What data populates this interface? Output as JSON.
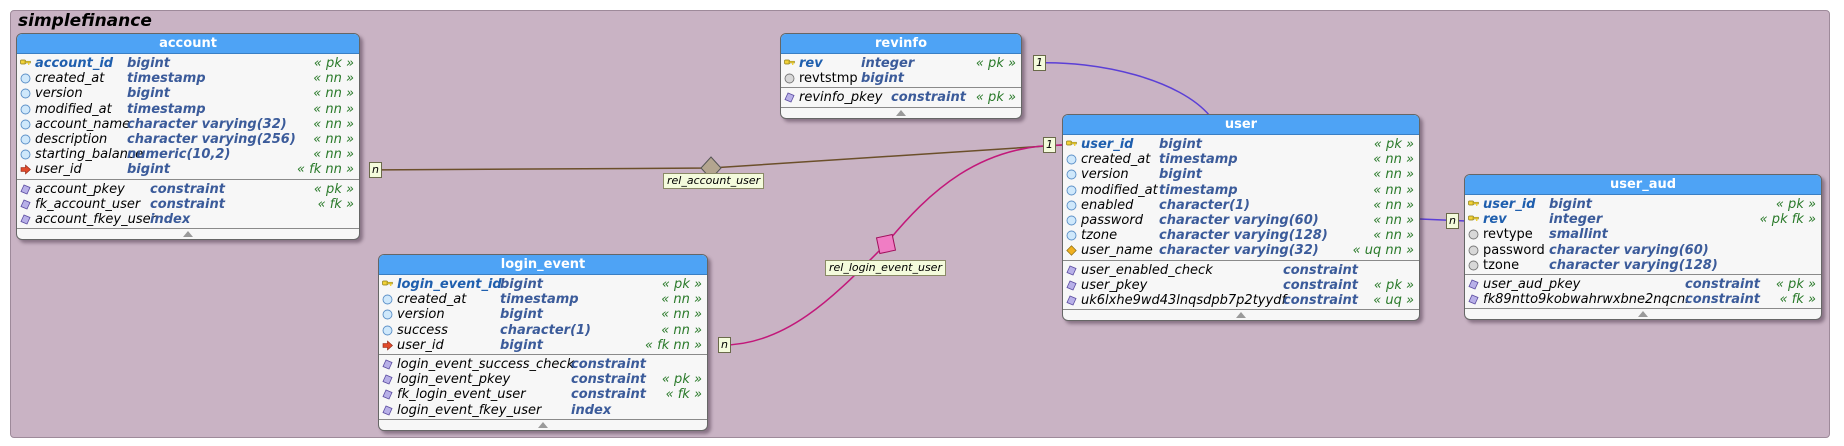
{
  "schema": {
    "name": "simplefinance"
  },
  "tables": {
    "account": {
      "title": "account",
      "columns": [
        {
          "name": "account_id",
          "type": "bigint",
          "flags": "« pk »",
          "kind": "pk"
        },
        {
          "name": "created_at",
          "type": "timestamp",
          "flags": "« nn »",
          "kind": "col"
        },
        {
          "name": "version",
          "type": "bigint",
          "flags": "« nn »",
          "kind": "col"
        },
        {
          "name": "modified_at",
          "type": "timestamp",
          "flags": "« nn »",
          "kind": "col"
        },
        {
          "name": "account_name",
          "type": "character varying(32)",
          "flags": "« nn »",
          "kind": "col"
        },
        {
          "name": "description",
          "type": "character varying(256)",
          "flags": "« nn »",
          "kind": "col"
        },
        {
          "name": "starting_balance",
          "type": "numeric(10,2)",
          "flags": "« nn »",
          "kind": "col"
        },
        {
          "name": "user_id",
          "type": "bigint",
          "flags": "« fk nn »",
          "kind": "fk"
        }
      ],
      "constraints": [
        {
          "name": "account_pkey",
          "type": "constraint",
          "flags": "« pk »"
        },
        {
          "name": "fk_account_user",
          "type": "constraint",
          "flags": "« fk »"
        },
        {
          "name": "account_fkey_user",
          "type": "index",
          "flags": ""
        }
      ]
    },
    "revinfo": {
      "title": "revinfo",
      "columns": [
        {
          "name": "rev",
          "type": "integer",
          "flags": "« pk »",
          "kind": "pk"
        },
        {
          "name": "revtstmp",
          "type": "bigint",
          "flags": "",
          "kind": "nullable"
        }
      ],
      "constraints": [
        {
          "name": "revinfo_pkey",
          "type": "constraint",
          "flags": "« pk »"
        }
      ]
    },
    "user": {
      "title": "user",
      "columns": [
        {
          "name": "user_id",
          "type": "bigint",
          "flags": "« pk »",
          "kind": "pk"
        },
        {
          "name": "created_at",
          "type": "timestamp",
          "flags": "« nn »",
          "kind": "col"
        },
        {
          "name": "version",
          "type": "bigint",
          "flags": "« nn »",
          "kind": "col"
        },
        {
          "name": "modified_at",
          "type": "timestamp",
          "flags": "« nn »",
          "kind": "col"
        },
        {
          "name": "enabled",
          "type": "character(1)",
          "flags": "« nn »",
          "kind": "col"
        },
        {
          "name": "password",
          "type": "character varying(60)",
          "flags": "« nn »",
          "kind": "col"
        },
        {
          "name": "tzone",
          "type": "character varying(128)",
          "flags": "« nn »",
          "kind": "col"
        },
        {
          "name": "user_name",
          "type": "character varying(32)",
          "flags": "« uq nn »",
          "kind": "uq"
        }
      ],
      "constraints": [
        {
          "name": "user_enabled_check",
          "type": "constraint",
          "flags": ""
        },
        {
          "name": "user_pkey",
          "type": "constraint",
          "flags": "« pk »"
        },
        {
          "name": "uk6lxhe9wd43lnqsdpb7p2tyydf",
          "type": "constraint",
          "flags": "« uq »"
        }
      ]
    },
    "user_aud": {
      "title": "user_aud",
      "columns": [
        {
          "name": "user_id",
          "type": "bigint",
          "flags": "« pk »",
          "kind": "pk"
        },
        {
          "name": "rev",
          "type": "integer",
          "flags": "« pk fk »",
          "kind": "pk"
        },
        {
          "name": "revtype",
          "type": "smallint",
          "flags": "",
          "kind": "nullable"
        },
        {
          "name": "password",
          "type": "character varying(60)",
          "flags": "",
          "kind": "nullable"
        },
        {
          "name": "tzone",
          "type": "character varying(128)",
          "flags": "",
          "kind": "nullable"
        }
      ],
      "constraints": [
        {
          "name": "user_aud_pkey",
          "type": "constraint",
          "flags": "« pk »"
        },
        {
          "name": "fk89ntto9kobwahrwxbne2nqcnr",
          "type": "constraint",
          "flags": "« fk »"
        }
      ]
    },
    "login_event": {
      "title": "login_event",
      "columns": [
        {
          "name": "login_event_id",
          "type": "bigint",
          "flags": "« pk »",
          "kind": "pk"
        },
        {
          "name": "created_at",
          "type": "timestamp",
          "flags": "« nn »",
          "kind": "col"
        },
        {
          "name": "version",
          "type": "bigint",
          "flags": "« nn »",
          "kind": "col"
        },
        {
          "name": "success",
          "type": "character(1)",
          "flags": "« nn »",
          "kind": "col"
        },
        {
          "name": "user_id",
          "type": "bigint",
          "flags": "« fk nn »",
          "kind": "fk"
        }
      ],
      "constraints": [
        {
          "name": "login_event_success_check",
          "type": "constraint",
          "flags": ""
        },
        {
          "name": "login_event_pkey",
          "type": "constraint",
          "flags": "« pk »"
        },
        {
          "name": "fk_login_event_user",
          "type": "constraint",
          "flags": "« fk »"
        },
        {
          "name": "login_event_fkey_user",
          "type": "index",
          "flags": ""
        }
      ]
    }
  },
  "relations": {
    "rel_account_user": {
      "label": "rel_account_user",
      "from_card": "n",
      "to_card": "1",
      "color": "#6b4f2a"
    },
    "rel_login_event_user": {
      "label": "rel_login_event_user",
      "from_card": "n",
      "to_card": "",
      "color": "#c2187a"
    },
    "rel_user_aud_revinfo": {
      "from_card": "n",
      "to_card": "1",
      "color": "#5b3fd6"
    }
  }
}
